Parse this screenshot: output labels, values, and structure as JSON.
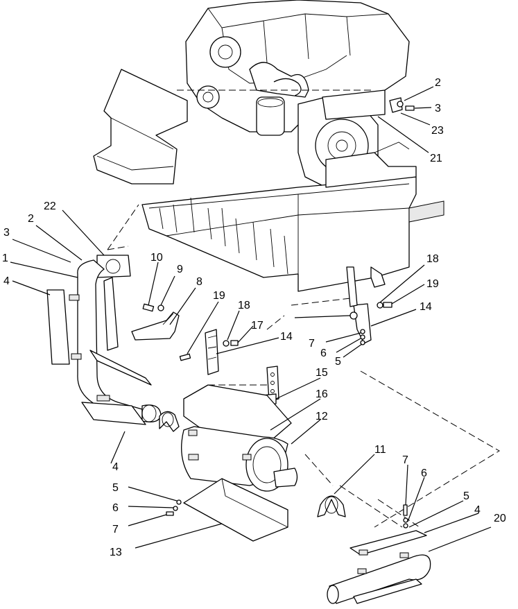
{
  "callouts": [
    {
      "id": "c2a",
      "text": "2"
    },
    {
      "id": "c3a",
      "text": "3"
    },
    {
      "id": "c23",
      "text": "23"
    },
    {
      "id": "c21",
      "text": "21"
    },
    {
      "id": "c22",
      "text": "22"
    },
    {
      "id": "c2b",
      "text": "2"
    },
    {
      "id": "c3b",
      "text": "3"
    },
    {
      "id": "c1",
      "text": "1"
    },
    {
      "id": "c4a",
      "text": "4"
    },
    {
      "id": "c10",
      "text": "10"
    },
    {
      "id": "c9",
      "text": "9"
    },
    {
      "id": "c8",
      "text": "8"
    },
    {
      "id": "c19a",
      "text": "19"
    },
    {
      "id": "c18a",
      "text": "18"
    },
    {
      "id": "c17",
      "text": "17"
    },
    {
      "id": "c14a",
      "text": "14"
    },
    {
      "id": "c18b",
      "text": "18"
    },
    {
      "id": "c19b",
      "text": "19"
    },
    {
      "id": "c14b",
      "text": "14"
    },
    {
      "id": "c7a",
      "text": "7"
    },
    {
      "id": "c6a",
      "text": "6"
    },
    {
      "id": "c5a",
      "text": "5"
    },
    {
      "id": "c15",
      "text": "15"
    },
    {
      "id": "c16",
      "text": "16"
    },
    {
      "id": "c12",
      "text": "12"
    },
    {
      "id": "c4b",
      "text": "4"
    },
    {
      "id": "c5b",
      "text": "5"
    },
    {
      "id": "c6b",
      "text": "6"
    },
    {
      "id": "c7b",
      "text": "7"
    },
    {
      "id": "c13",
      "text": "13"
    },
    {
      "id": "c11",
      "text": "11"
    },
    {
      "id": "c7c",
      "text": "7"
    },
    {
      "id": "c6c",
      "text": "6"
    },
    {
      "id": "c5c",
      "text": "5"
    },
    {
      "id": "c4c",
      "text": "4"
    },
    {
      "id": "c20",
      "text": "20"
    }
  ]
}
